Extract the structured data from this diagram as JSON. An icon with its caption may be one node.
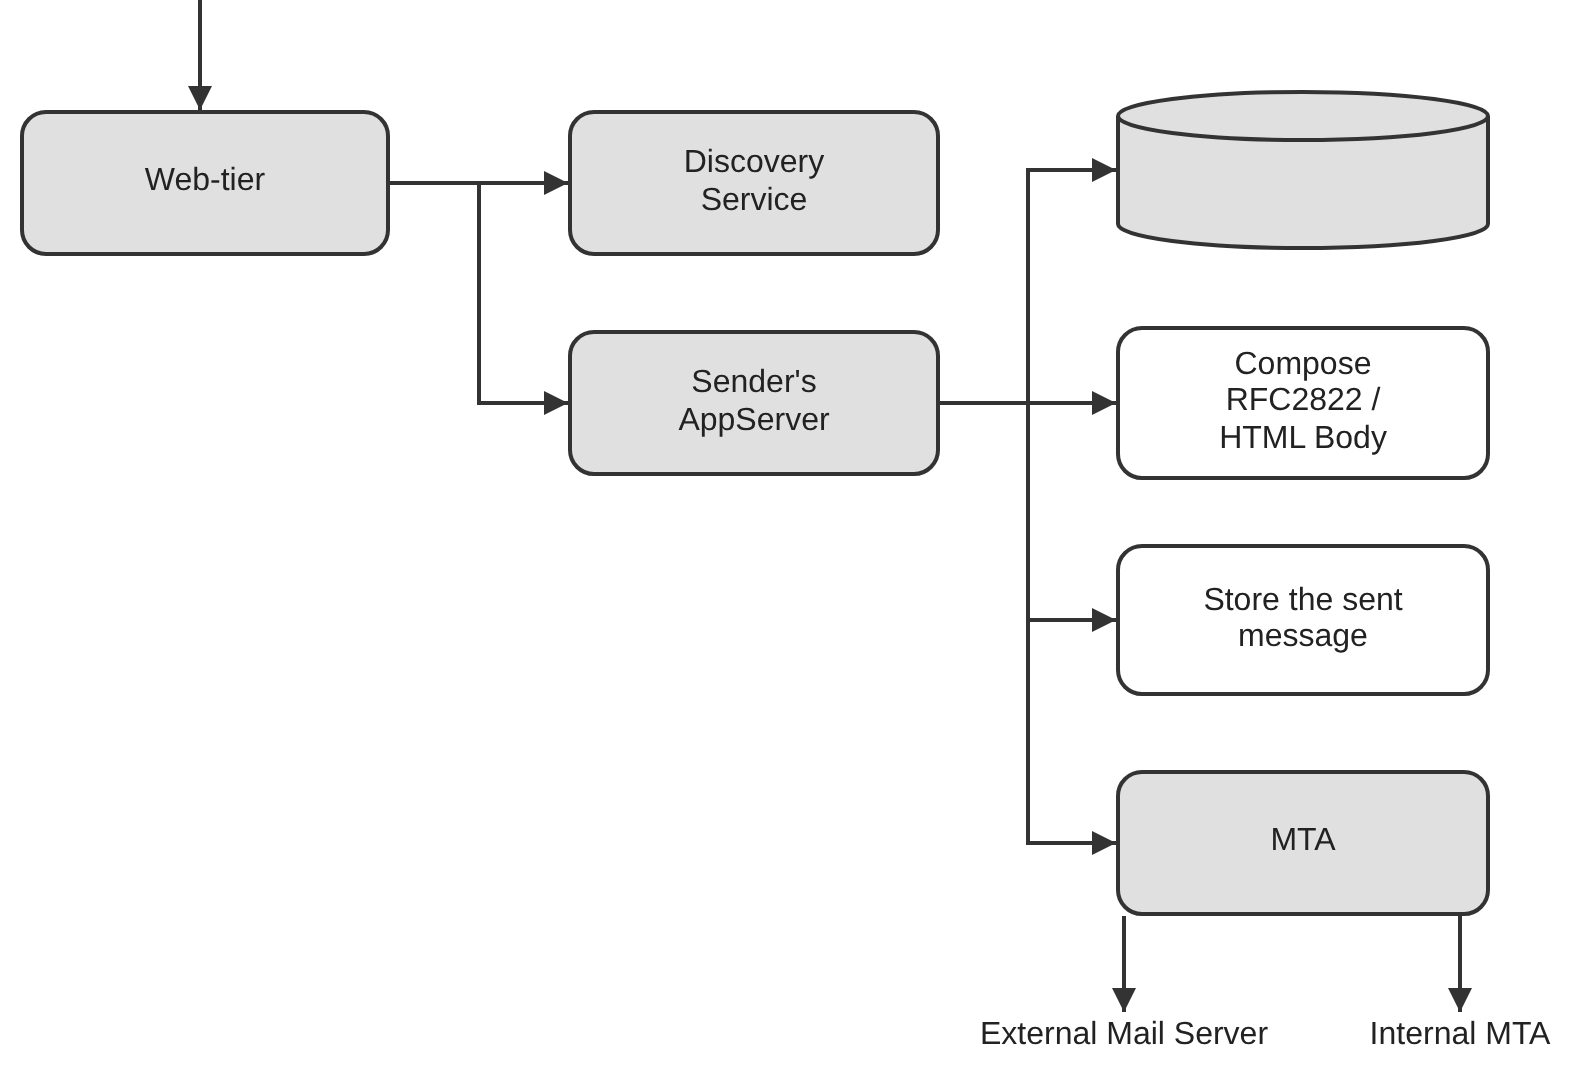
{
  "diagram": {
    "nodes": [
      {
        "text": [
          "Web-tier"
        ]
      },
      {
        "text": [
          "Discovery Service"
        ]
      },
      {
        "text": [
          "Sender's AppServer"
        ]
      },
      {
        "text": [],
        "shape": "cylinder"
      },
      {
        "text": [
          "Compose RFC2822 / HTML Body"
        ]
      },
      {
        "text": [
          "Store the sent message"
        ]
      },
      {
        "text": [
          "MTA"
        ]
      },
      {
        "text": [
          "External Mail Server"
        ]
      },
      {
        "text": [
          "Internal MTA"
        ]
      }
    ],
    "edges": [
      {
        "from": null,
        "to": 0,
        "arrow": "to"
      },
      {
        "from": 0,
        "to": 1,
        "arrow": "to"
      },
      {
        "from": 0,
        "to": 2,
        "arrow": "to"
      },
      {
        "from": 2,
        "to": 3,
        "arrow": "to"
      },
      {
        "from": 2,
        "to": 4,
        "arrow": "to"
      },
      {
        "from": 2,
        "to": 5,
        "arrow": "to"
      },
      {
        "from": 2,
        "to": 6,
        "arrow": "to"
      },
      {
        "from": 6,
        "to": 7,
        "arrow": "to"
      },
      {
        "from": 6,
        "to": 8,
        "arrow": "to"
      }
    ]
  }
}
